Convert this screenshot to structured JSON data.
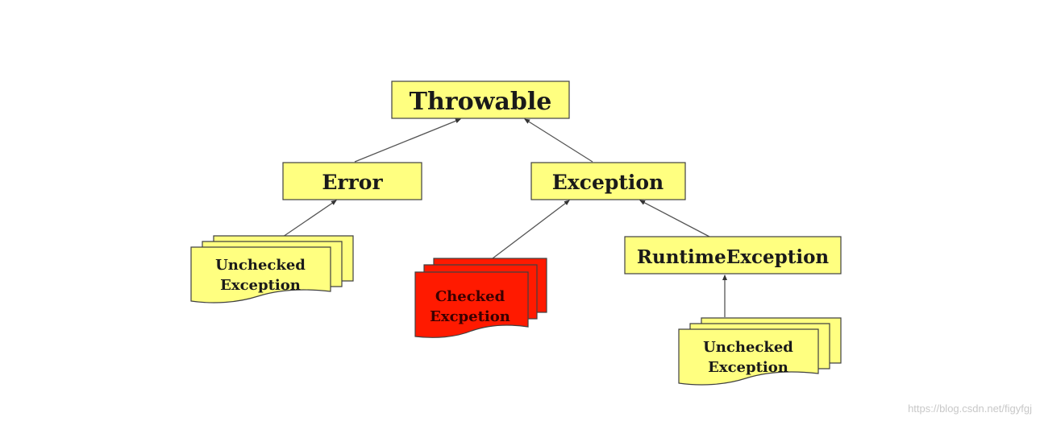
{
  "nodes": {
    "throwable": "Throwable",
    "error": "Error",
    "exception": "Exception",
    "runtime_exception": "RuntimeException",
    "unchecked_error": [
      "Unchecked",
      "Exception"
    ],
    "checked": [
      "Checked",
      "Excpetion"
    ],
    "unchecked_runtime": [
      "Unchecked",
      "Exception"
    ]
  },
  "colors": {
    "box_fill": "#ffff80",
    "checked_fill": "#ff1a00",
    "checked_text": "#3a0000",
    "border": "#404040",
    "arrow": "#333333"
  },
  "watermark": "https://blog.csdn.net/figyfgj"
}
